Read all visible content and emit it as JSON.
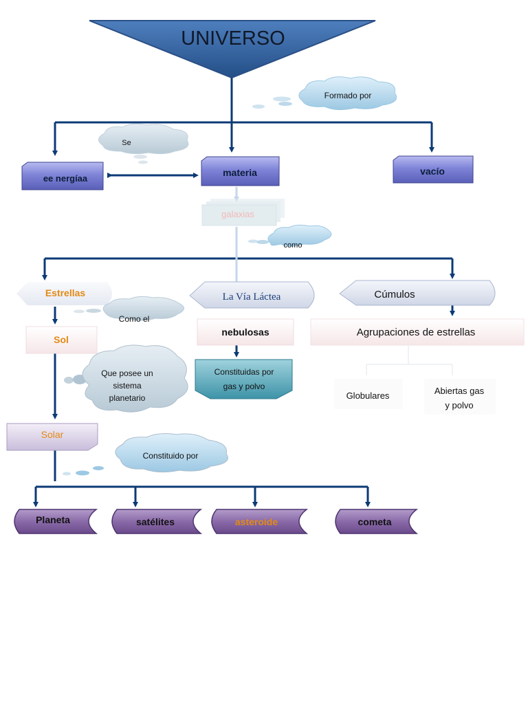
{
  "title": "UNIVERSO",
  "connectors": {
    "formado_por": "Formado por",
    "se": "Se",
    "como": "como",
    "como_el": "Como el",
    "que_posee": [
      "Que posee un",
      "sistema",
      "planetario"
    ],
    "constituido_por": "Constituido por"
  },
  "nodes": {
    "energia": "ee nergíaa",
    "materia": "materia",
    "vacio": "vacío",
    "galaxias": "galaxias",
    "estrellas": "Estrellas",
    "via_lactea": "La Vía  Láctea",
    "cumulos": "Cúmulos",
    "sol": "Sol",
    "nebulosas": "nebulosas",
    "constituidas": [
      "Constituidas por",
      "gas y polvo"
    ],
    "agrupaciones": "Agrupaciones de estrellas",
    "globulares": "Globulares",
    "abiertas": [
      "Abiertas gas",
      "y polvo"
    ],
    "solar": "Solar"
  },
  "bottom_nodes": {
    "planeta": "Planeta",
    "satelites": "satélites",
    "asteroide": "asteroide",
    "cometa": "cometa"
  },
  "colors": {
    "arrow": "#0c3a75",
    "title_fill": "#3a6aa8",
    "box_fill": "#6b6fc6",
    "purple_tab": "#7a5a98",
    "orange_text": "#e38a14",
    "cloud": "#aacfe6"
  }
}
